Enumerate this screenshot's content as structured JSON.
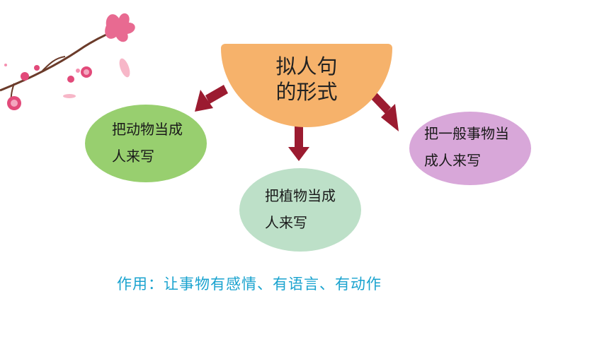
{
  "diagram": {
    "center": {
      "line1": "拟人句",
      "line2": "的形式"
    },
    "nodes": [
      {
        "line1": "把动物当成",
        "line2": "人来写",
        "color": "#98cf6f"
      },
      {
        "line1": "把植物当成",
        "line2": "人来写",
        "color": "#bde0c8"
      },
      {
        "line1": "把一般事物当",
        "line2": "成人来写",
        "color": "#d8a7d9"
      }
    ],
    "center_color": "#f6b26b",
    "arrow_color": "#9b1b30",
    "usage_text": "作用：让事物有感情、有语言、有动作",
    "usage_color": "#1aa3cf",
    "decoration": "plum-blossom-branch"
  }
}
